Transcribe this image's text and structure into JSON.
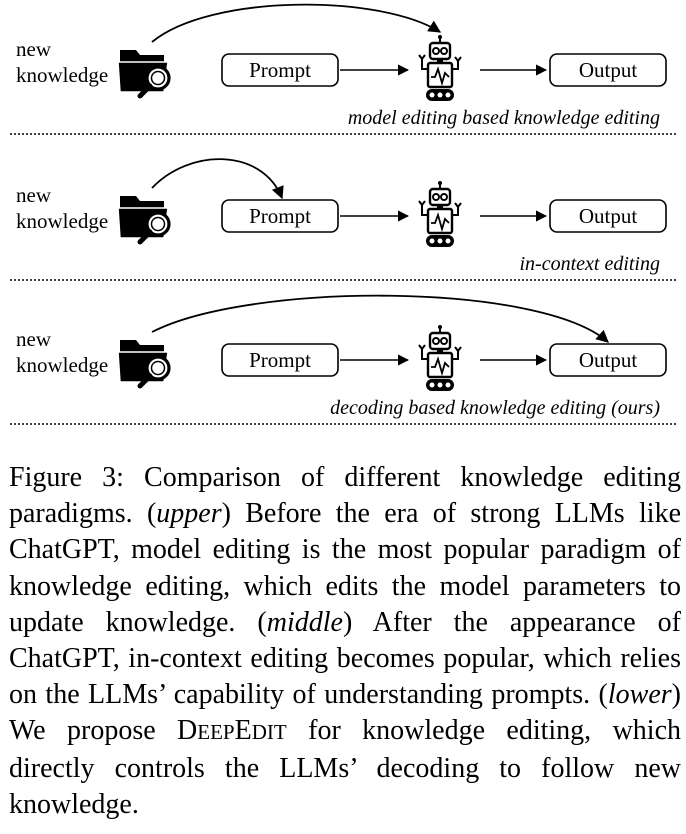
{
  "panels": [
    {
      "input_label_line1": "new",
      "input_label_line2": "knowledge",
      "prompt_label": "Prompt",
      "output_label": "Output",
      "caption": "model editing based knowledge editing",
      "arrow_target": "model"
    },
    {
      "input_label_line1": "new",
      "input_label_line2": "knowledge",
      "prompt_label": "Prompt",
      "output_label": "Output",
      "caption": "in-context editing",
      "arrow_target": "prompt"
    },
    {
      "input_label_line1": "new",
      "input_label_line2": "knowledge",
      "prompt_label": "Prompt",
      "output_label": "Output",
      "caption": "decoding based knowledge editing (ours)",
      "arrow_target": "output"
    }
  ],
  "icons": {
    "input": "folder-search-icon",
    "model": "robot-icon"
  },
  "figure_caption": {
    "label": "Figure 3:",
    "p1": "Comparison of different knowledge editing paradigms. (",
    "upper": "upper",
    "p2": ") Before the era of strong LLMs like ChatGPT, model editing is the most popular paradigm of knowledge editing, which edits the model parameters to update knowledge. (",
    "middle": "middle",
    "p3": ") After the appearance of ChatGPT, in-context editing becomes popular, which relies on the LLMs’ capability of understanding prompts. (",
    "lower": "lower",
    "p4": ") We propose ",
    "method_D": "D",
    "method_eep": "EEP",
    "method_E": "E",
    "method_dit": "DIT",
    "p5": " for knowledge editing, which directly controls the LLMs’ decoding to follow new knowledge."
  }
}
